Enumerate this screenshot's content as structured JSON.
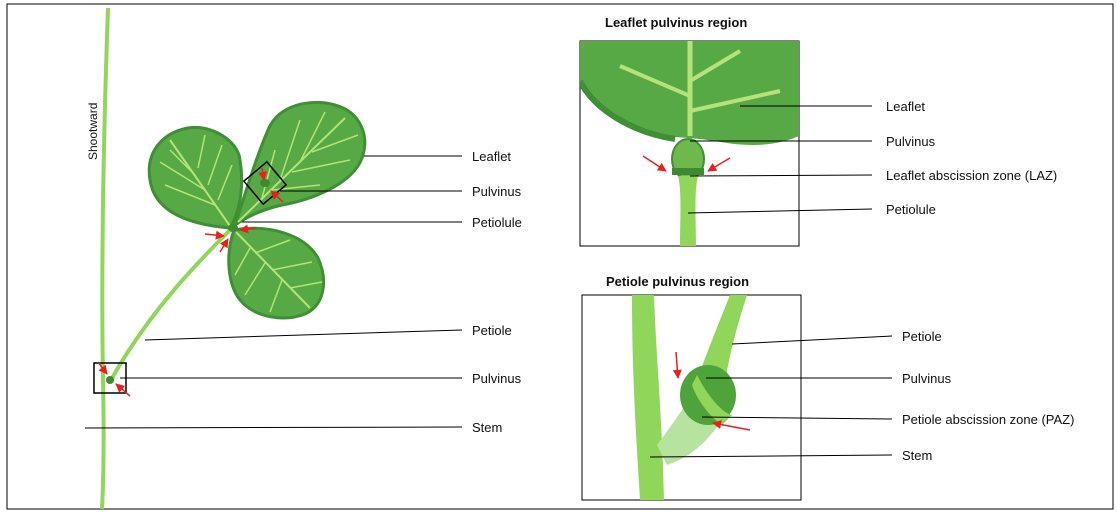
{
  "main_figure": {
    "axis_label": "Shootward",
    "labels": {
      "leaflet": "Leaflet",
      "pulvinus_leaflet": "Pulvinus",
      "petiolule": "Petiolule",
      "petiole": "Petiole",
      "pulvinus_petiole": "Pulvinus",
      "stem": "Stem"
    }
  },
  "inset_leaflet": {
    "title": "Leaflet pulvinus region",
    "labels": {
      "leaflet": "Leaflet",
      "pulvinus": "Pulvinus",
      "abscission_zone": "Leaflet abscission zone (LAZ)",
      "petiolule": "Petiolule"
    }
  },
  "inset_petiole": {
    "title": "Petiole pulvinus region",
    "labels": {
      "petiole": "Petiole",
      "pulvinus": "Pulvinus",
      "abscission_zone": "Petiole abscission zone (PAZ)",
      "stem": "Stem"
    }
  },
  "colors": {
    "leaf_dark": "#3f8f34",
    "leaf_mid": "#56a944",
    "vein": "#b5e27a",
    "stem": "#8fd65a",
    "pulvinus": "#6fb94c",
    "abscission": "#3e8a2f",
    "arrow": "#e8201e",
    "frame": "#000000"
  }
}
